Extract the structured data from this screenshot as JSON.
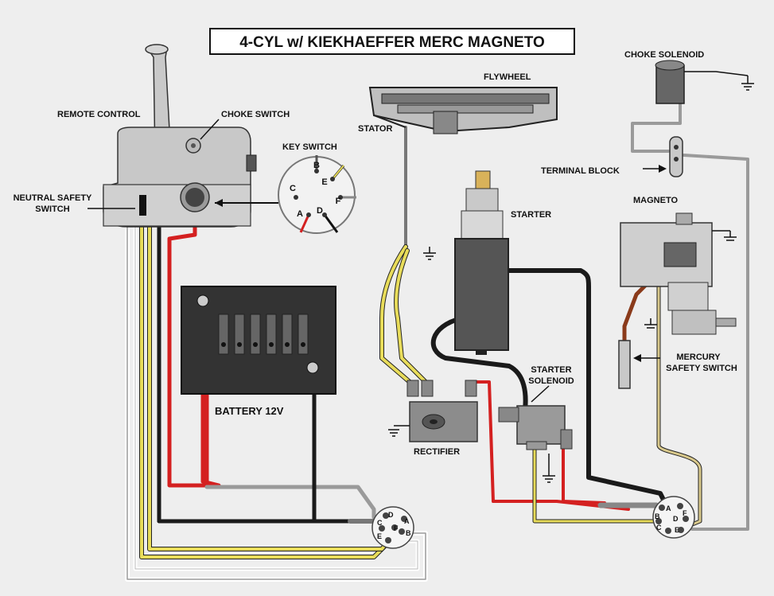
{
  "title": "4-CYL w/ KIEKHAEFFER MERC MAGNETO",
  "labels": {
    "remote_control": "REMOTE CONTROL",
    "choke_switch": "CHOKE SWITCH",
    "key_switch": "KEY SWITCH",
    "neutral_safety_line1": "NEUTRAL SAFETY",
    "neutral_safety_line2": "SWITCH",
    "battery": "BATTERY 12V",
    "flywheel": "FLYWHEEL",
    "stator": "STATOR",
    "starter": "STARTER",
    "starter_solenoid_line1": "STARTER",
    "starter_solenoid_line2": "SOLENOID",
    "rectifier": "RECTIFIER",
    "choke_solenoid": "CHOKE SOLENOID",
    "terminal_block": "TERMINAL BLOCK",
    "magneto": "MAGNETO",
    "mercury_safety_line1": "MERCURY",
    "mercury_safety_line2": "SAFETY SWITCH"
  },
  "key_switch_terminals": [
    "B",
    "E",
    "C",
    "F",
    "A",
    "D"
  ],
  "left_connector_pins": [
    "C",
    "D",
    "A",
    "B",
    "E",
    "F"
  ],
  "right_connector_pins": [
    "A",
    "B",
    "C",
    "D",
    "E",
    "F"
  ],
  "wire_colors": {
    "red": "#d42020",
    "black": "#1a1a1a",
    "yellow": "#e8dc5a",
    "gray": "#9a9a9a",
    "white": "#ffffff",
    "tan": "#d9c98c",
    "brown": "#8a3a1a"
  }
}
